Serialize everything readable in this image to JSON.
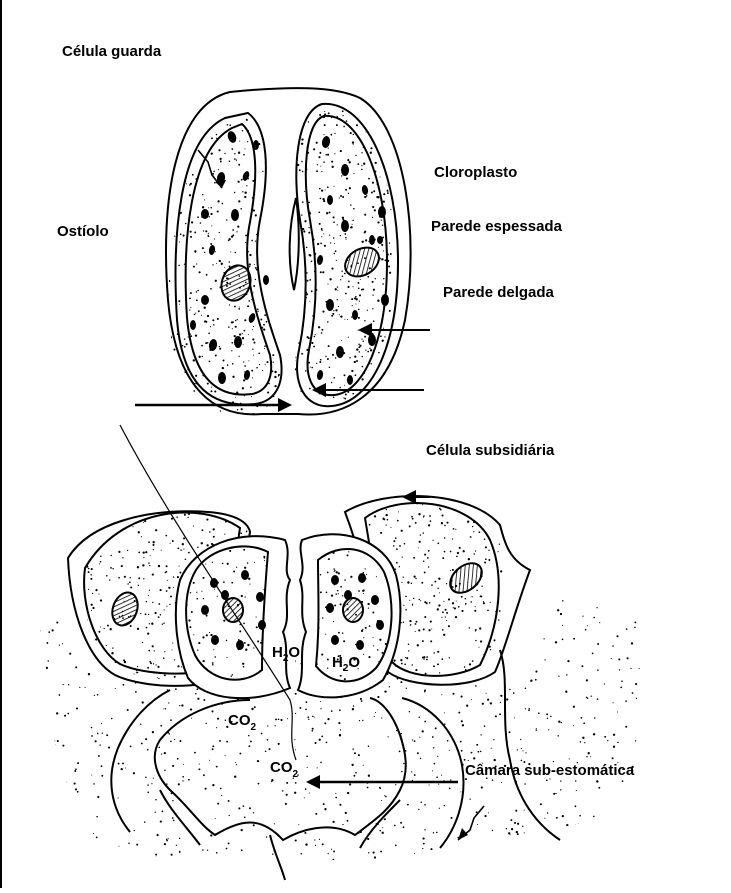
{
  "labels": {
    "celula_guarda": "Célula guarda",
    "cloroplasto": "Cloroplasto",
    "ostiolo": "Ostíolo",
    "parede_espessada": "Parede espessada",
    "parede_delgada": "Parede delgada",
    "celula_subsidiaria": "Célula subsidiária",
    "camara_sub_estomatica": "Câmara sub-estomática"
  },
  "chem": {
    "h2o_1": {
      "base": "H",
      "sub": "2",
      "rest": "O"
    },
    "h2o_2": {
      "base": "H",
      "sub": "2",
      "rest": "O"
    },
    "co2_1": {
      "base": "CO",
      "sub": "2"
    },
    "co2_2": {
      "base": "CO",
      "sub": "2"
    }
  },
  "colors": {
    "ink": "#000000",
    "paper": "#ffffff"
  }
}
